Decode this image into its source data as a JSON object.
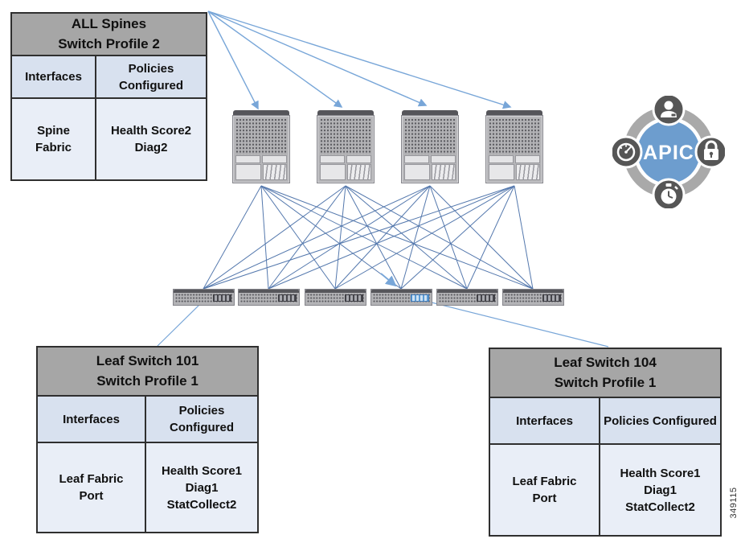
{
  "figure": {
    "number": "349115"
  },
  "apic": {
    "label": "APIC",
    "ring_color": "#a9a9a9",
    "center_color": "#6d9dce",
    "node_color": "#565656",
    "icons": [
      "user",
      "lock",
      "stopwatch",
      "gauge"
    ]
  },
  "topology": {
    "spine_count": 4,
    "leaf_count": 6,
    "mesh_color": "#5478ad",
    "arrow_color": "#78a6d8",
    "highlighted_leaf": "Leaf Switch 104 (4th leaf, blue module)"
  },
  "tables": {
    "spine": {
      "title_line1": "ALL Spines",
      "title_line2": "Switch Profile 2",
      "col1_header": "Interfaces",
      "col2_header": "Policies Configured",
      "col1_lines": [
        "Spine",
        "Fabric"
      ],
      "col2_lines": [
        "Health Score2",
        "Diag2"
      ]
    },
    "leaf101": {
      "title_line1": "Leaf Switch 101",
      "title_line2": "Switch Profile 1",
      "col1_header": "Interfaces",
      "col2_header": "Policies Configured",
      "col1_lines": [
        "Leaf Fabric",
        "Port"
      ],
      "col2_lines": [
        "Health Score1",
        "Diag1",
        "StatCollect2"
      ]
    },
    "leaf104": {
      "title_line1": "Leaf Switch 104",
      "title_line2": "Switch Profile 1",
      "col1_header": "Interfaces",
      "col2_header": "Policies Configured",
      "col1_lines": [
        "Leaf Fabric",
        "Port"
      ],
      "col2_lines": [
        "Health Score1",
        "Diag1",
        "StatCollect2"
      ]
    }
  }
}
